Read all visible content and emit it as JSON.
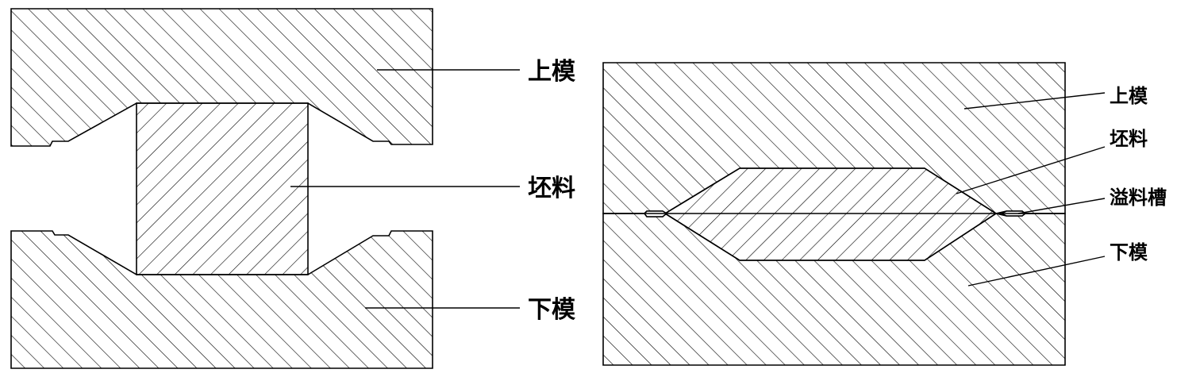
{
  "figure_left": {
    "upper_die_label": "上模",
    "blank_label": "坯料",
    "lower_die_label": "下模"
  },
  "figure_right": {
    "upper_die_label": "上模",
    "blank_label": "坯料",
    "flash_gutter_label": "溢料槽",
    "lower_die_label": "下模"
  },
  "colors": {
    "line": "#000000",
    "background": "#ffffff"
  }
}
